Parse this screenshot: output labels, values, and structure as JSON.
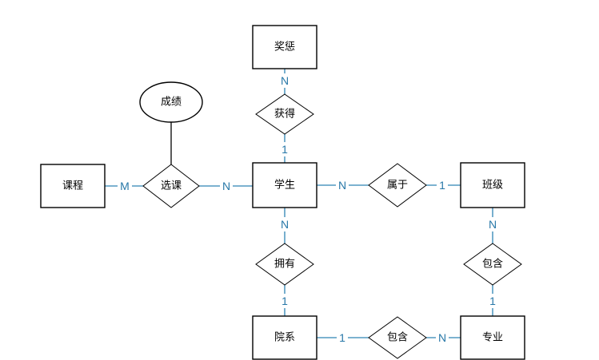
{
  "entities": {
    "jiangcheng": "奖惩",
    "kecheng": "课程",
    "xuesheng": "学生",
    "banji": "班级",
    "yuanxi": "院系",
    "zhuanye": "专业"
  },
  "attributes": {
    "chengji": "成绩"
  },
  "relationships": {
    "huode": "获得",
    "xuanke": "选课",
    "shuyu": "属于",
    "yongyou": "拥有",
    "baohan_right": "包含",
    "baohan_bottom": "包含"
  },
  "cardinalities": {
    "jiangcheng_huode": "N",
    "huode_xuesheng": "1",
    "kecheng_xuanke": "M",
    "xuanke_xuesheng": "N",
    "xuesheng_shuyu": "N",
    "shuyu_banji": "1",
    "xuesheng_yongyou": "N",
    "yongyou_yuanxi": "1",
    "banji_baohan": "N",
    "baohan_zhuanye": "1",
    "yuanxi_baohan": "1",
    "baohan_zhuanye_bottom": "N"
  },
  "colors": {
    "connector": "#2e84b4",
    "attribute_connector": "#000000",
    "cardinality_text": "#2878a8",
    "shape_border": "#000000",
    "background": "#ffffff"
  }
}
